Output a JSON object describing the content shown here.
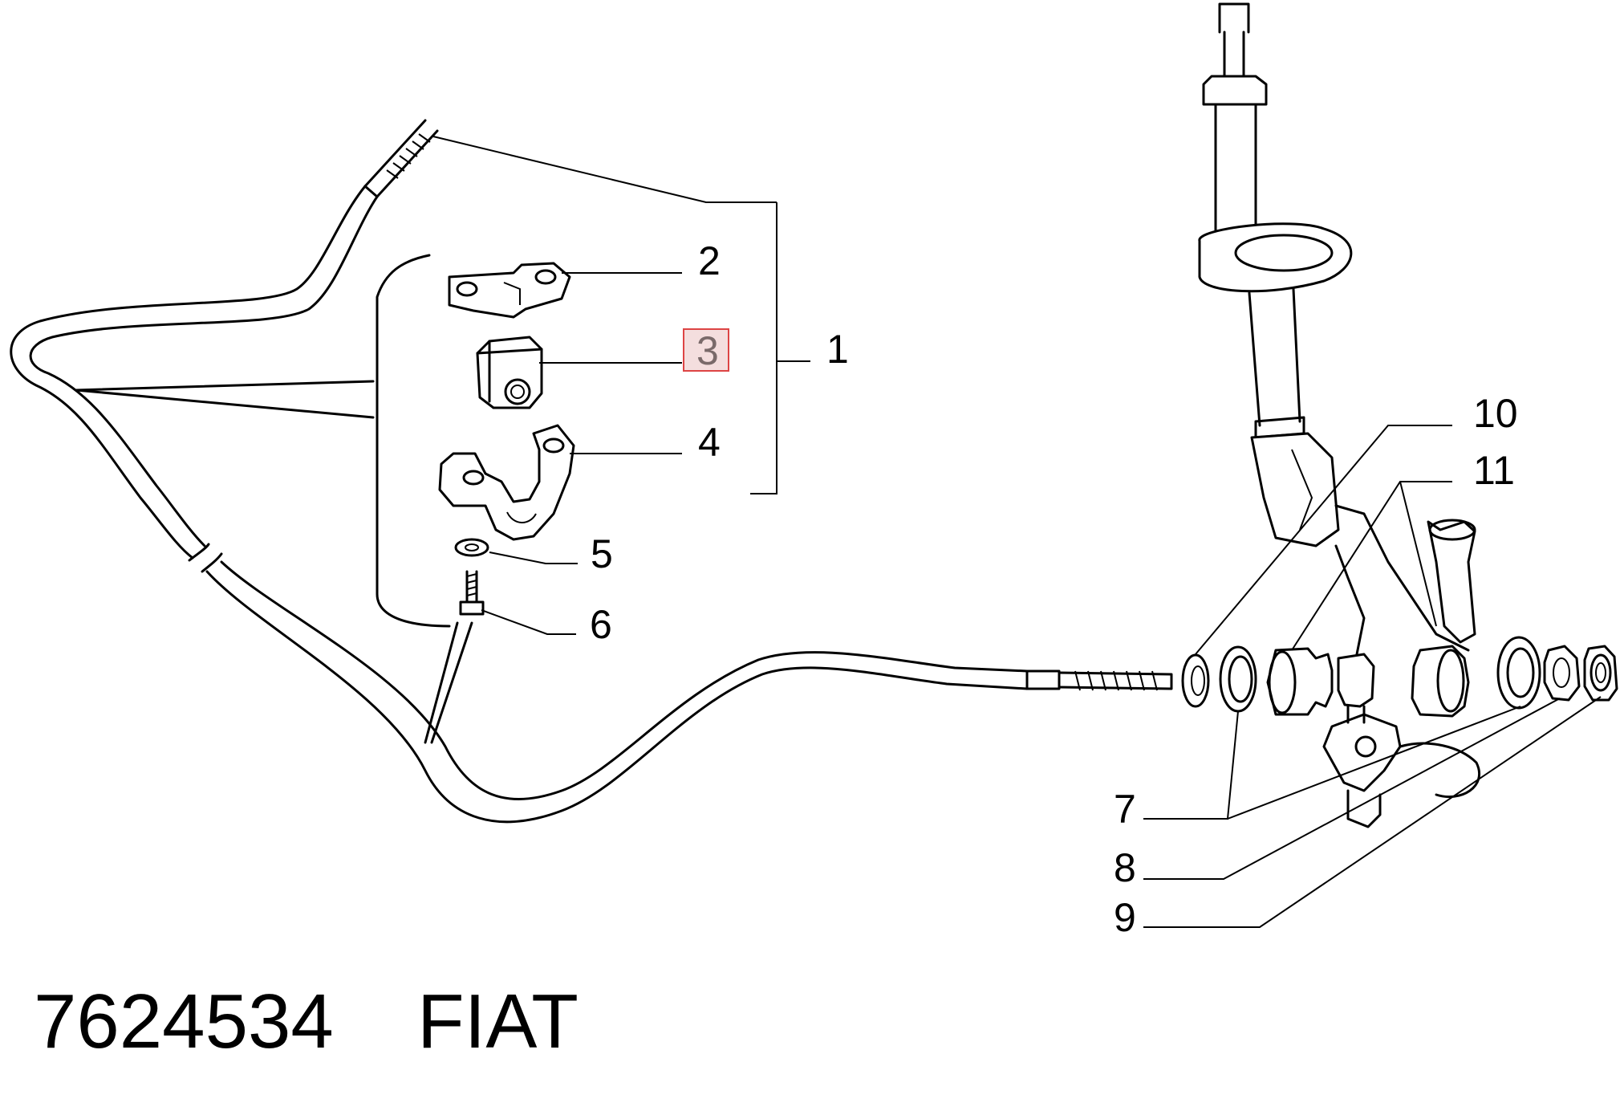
{
  "callouts": {
    "c1": "1",
    "c2": "2",
    "c3": "3",
    "c4": "4",
    "c5": "5",
    "c6": "6",
    "c7": "7",
    "c8": "8",
    "c9": "9",
    "c10": "10",
    "c11": "11"
  },
  "highlighted_callout": "3",
  "caption": {
    "part_number": "7624534",
    "brand": "FIAT"
  },
  "colors": {
    "line": "#000000",
    "highlight_fill": "#f4dede",
    "highlight_border": "#dd4444"
  }
}
